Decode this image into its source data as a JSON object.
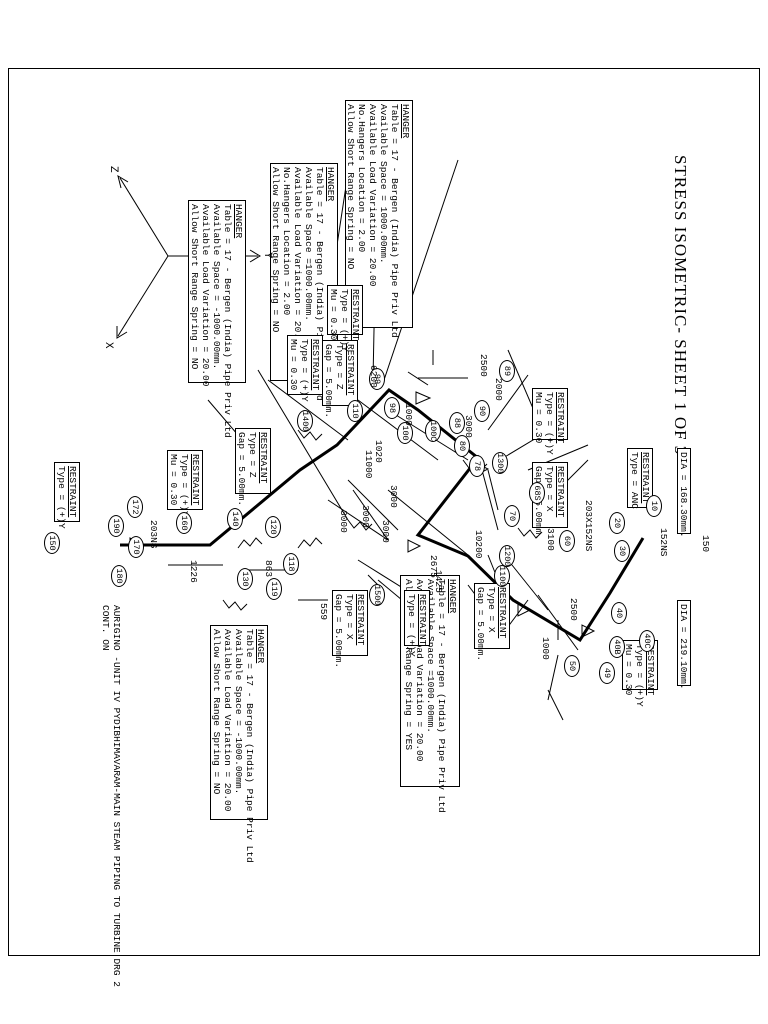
{
  "title": "STRESS ISOMETRIC- SHEET 1 OF 3",
  "axes": {
    "x": "X",
    "y": "Y",
    "z": "Z"
  },
  "cont_note": [
    "CONT. ON",
    "AURIGINO -UNIT IV PYDIBHIMAVARAM-MAIN STEAM PIPING TO TURBINE DRG 2"
  ],
  "hangers": [
    {
      "title": "HANGER",
      "lines": [
        "Table = 17 - Bergen (India) Pipe Priv Ltd",
        "Available Space = 1000.00mm.",
        "Available Load Variation = 20.00",
        "No.Hangers Location = 2.00",
        "Allow Short Range Spring = NO"
      ]
    },
    {
      "title": "HANGER",
      "lines": [
        "Table = 17 - Bergen (India) Pipe Priv Ltd",
        "Available Space =1000.00mm.",
        "Available Load Variation = 20.00",
        "No.Hangers Location = 2.00",
        "Allow Short Range Spring = NO"
      ]
    },
    {
      "title": "HANGER",
      "lines": [
        "Table = 17 - Bergen (India) Pipe Priv Ltd",
        "Available Space = -1000.00mm.",
        "Available Load Variation = 20.00",
        "Allow Short Range Spring = NO"
      ]
    },
    {
      "title": "HANGER",
      "lines": [
        "Table = 17 - Bergen (India) Pipe Priv Ltd",
        "Available Space =1000.00mm.",
        "Available Load Variation = 20.00",
        "Allow Short Range Spring = YES"
      ]
    },
    {
      "title": "HANGER",
      "lines": [
        "Table = 17 - Bergen (India) Pipe Priv Ltd",
        "Available Space = -1000.00mm.",
        "Available Load Variation = 20.00",
        "Allow Short Range Spring = NO"
      ]
    }
  ],
  "restraints": [
    {
      "title": "RESTRAINT",
      "lines": [
        "Type = (+)Y"
      ]
    },
    {
      "title": "RESTRAINT",
      "lines": [
        "Type = (+)Y",
        "Mu = 0.30"
      ]
    },
    {
      "title": "RESTRAINT",
      "lines": [
        "Type = Z",
        "Gap = 5.00mm."
      ]
    },
    {
      "title": "RESTRAINT",
      "lines": [
        "Type = (+)Y",
        "Mu = 0.30"
      ]
    },
    {
      "title": "RESTRAINT",
      "lines": [
        "Type = Z",
        "Gap = 5.00mm."
      ]
    },
    {
      "title": "RESTRAINT",
      "lines": [
        "Type = (+)Y",
        "Mu = 0.30"
      ]
    },
    {
      "title": "RESTRAINT",
      "lines": [
        "Type = (+)Y"
      ]
    },
    {
      "title": "RESTRAINT",
      "lines": [
        "Type = X",
        "Gap = 5.00mm."
      ]
    },
    {
      "title": "RESTRAINT",
      "lines": [
        "Type = (+)Y",
        "Mu = 0.30"
      ]
    },
    {
      "title": "RESTRAINT",
      "lines": [
        "Type = X",
        "Gap = 5.00mm."
      ]
    },
    {
      "title": "RESTRAINT",
      "lines": [
        "Type = X",
        "Gap = 5.00mm."
      ]
    },
    {
      "title": "RESTRAINT",
      "lines": [
        "Type = (+)Y",
        "Mu = 0.30"
      ]
    },
    {
      "title": "RESTRAINT",
      "lines": [
        "Type = ANC"
      ]
    }
  ],
  "dia_labels": [
    "DIA = 168.30mm.",
    "DIA = 219.10mm."
  ],
  "size_labels": [
    "203NS",
    "203X152NS",
    "152NS"
  ],
  "nodes": [
    "10",
    "20",
    "30",
    "40",
    "40B",
    "40C",
    "49",
    "50",
    "60",
    "68S",
    "70",
    "78",
    "80",
    "88",
    "89",
    "90",
    "98",
    "99",
    "100",
    "100C",
    "110",
    "118",
    "119",
    "120",
    "130",
    "140",
    "150",
    "160",
    "170",
    "172",
    "180",
    "190",
    "1100",
    "1200",
    "1300",
    "1400",
    "1500"
  ],
  "dimensions": [
    "1226",
    "863",
    "559",
    "2000",
    "2500",
    "3000",
    "3000",
    "3000",
    "3000",
    "3000",
    "10200",
    "11000",
    "2675",
    "1425",
    "3100",
    "6200",
    "1000",
    "2500",
    "150",
    "1000",
    "1020"
  ]
}
